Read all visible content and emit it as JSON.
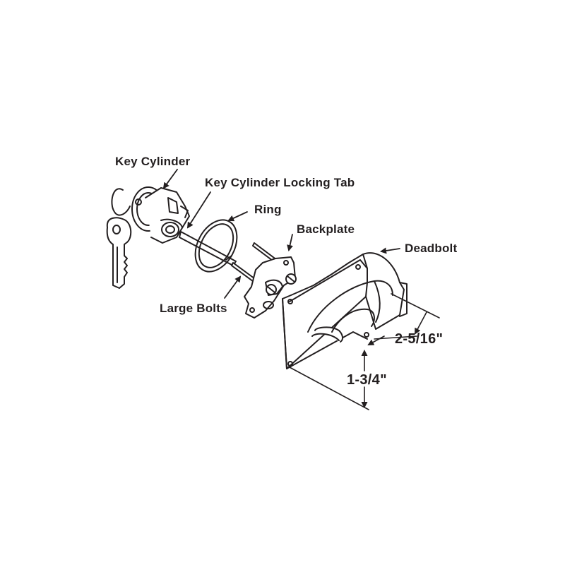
{
  "labels": {
    "key_cylinder": "Key Cylinder",
    "key_cylinder_locking_tab": "Key Cylinder Locking Tab",
    "ring": "Ring",
    "backplate": "Backplate",
    "deadbolt": "Deadbolt",
    "large_bolts": "Large Bolts"
  },
  "dimensions": {
    "width": "2-5/16\"",
    "height": "1-3/4\""
  },
  "colors": {
    "ink": "#231f20",
    "background": "#ffffff"
  }
}
